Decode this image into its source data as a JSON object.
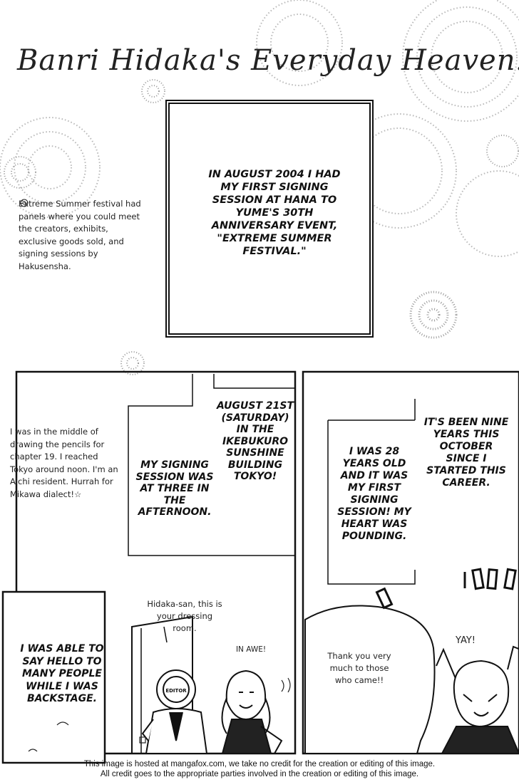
{
  "title": "Banri Hidaka's Everyday Heaven!",
  "intro_box": "In August 2004 I had my first signing session at Hana to Yume's 30th anniversary event, \"Extreme Summer Festival.\"",
  "side_note_top": "Extreme Summer festival had panels where you could meet the creators, exhibits, exclusive goods sold, and signing sessions by Hakusensha.",
  "side_note_mid": "I was in the middle of drawing the pencils for chapter 19. I reached Tokyo around noon. I'm an Aichi resident. Hurrah for Mikawa dialect!☆",
  "captions": {
    "date_place": "August 21st (Saturday) in the Ikebukuro Sunshine Building Tokyo!",
    "session_time": "My signing session was at three in the afternoon.",
    "age": "I was 28 years old and it was my first signing session! My heart was pounding.",
    "career": "It's been nine years this October since I started this career.",
    "backstage": "I was able to say hello to many people while I was backstage."
  },
  "speech": {
    "dressing_room": "Hidaka-san, this is your dressing room.",
    "in_awe": "IN AWE!",
    "thanks": "Thank you very much to those who came!!",
    "yay": "YAY!"
  },
  "badge_label": "EDITOR",
  "credits": {
    "line1": "This image is hosted at mangafox.com, we take no credit for the creation or editing of this image.",
    "line2": "All credit goes to the appropriate parties involved in the creation or editing of this image."
  }
}
